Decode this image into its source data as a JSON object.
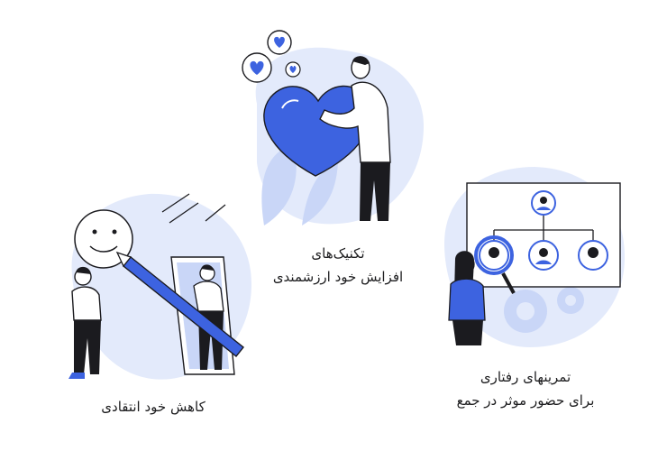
{
  "colors": {
    "primary": "#3d63e0",
    "light": "#c9d6f7",
    "pale": "#e3eafb",
    "ink": "#1b1b1f"
  },
  "cards": [
    {
      "id": "self-worth",
      "lines": [
        "تکنیک‌های",
        "افزایش خود ارزشمندی"
      ],
      "icons": [
        "heart-icon",
        "person-icon"
      ]
    },
    {
      "id": "self-criticism",
      "lines": [
        "کاهش خود انتقادی"
      ],
      "icons": [
        "smiley-face-icon",
        "pencil-icon",
        "mirror-icon",
        "person-icon"
      ]
    },
    {
      "id": "behavioral-exercises",
      "lines": [
        "تمرینهای رفتاری",
        "برای حضور موثر در جمع"
      ],
      "icons": [
        "org-chart-icon",
        "magnifier-icon",
        "gear-icon",
        "person-icon"
      ]
    }
  ]
}
